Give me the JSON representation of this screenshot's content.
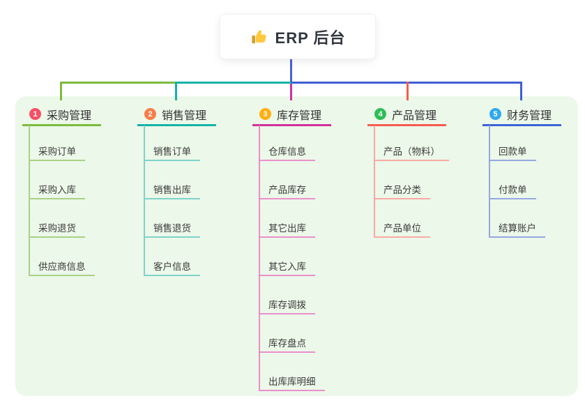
{
  "root": {
    "title": "ERP 后台",
    "icon": "thumbs-up"
  },
  "branches": [
    {
      "index": "1",
      "label": "采购管理",
      "badge_color": "#F75066",
      "line_color": "#7CBA3F",
      "child_line_color": "#A8D285",
      "children": [
        "采购订单",
        "采购入库",
        "采购退货",
        "供应商信息"
      ]
    },
    {
      "index": "2",
      "label": "销售管理",
      "badge_color": "#F87D4A",
      "line_color": "#14B3A9",
      "child_line_color": "#7FD2CB",
      "children": [
        "销售订单",
        "销售出库",
        "销售退货",
        "客户信息"
      ]
    },
    {
      "index": "3",
      "label": "库存管理",
      "badge_color": "#FFAF10",
      "line_color": "#D2309C",
      "child_line_color": "#EA8FCB",
      "children": [
        "仓库信息",
        "产品库存",
        "其它出库",
        "其它入库",
        "库存调拨",
        "库存盘点",
        "出库库明细"
      ]
    },
    {
      "index": "4",
      "label": "产品管理",
      "badge_color": "#2FBE57",
      "line_color": "#F75B50",
      "child_line_color": "#FAA9A3",
      "children": [
        "产品（物料）",
        "产品分类",
        "产品单位"
      ]
    },
    {
      "index": "5",
      "label": "财务管理",
      "badge_color": "#30A9EF",
      "line_color": "#3C63D8",
      "child_line_color": "#96A7E3",
      "children": [
        "回款单",
        "付款单",
        "结算账户"
      ]
    }
  ],
  "colors": {
    "panel_background": "#ECF8E9",
    "root_connector": "#4A5FD6",
    "text": "#333333",
    "root_box_background": "#FFFFFF"
  }
}
